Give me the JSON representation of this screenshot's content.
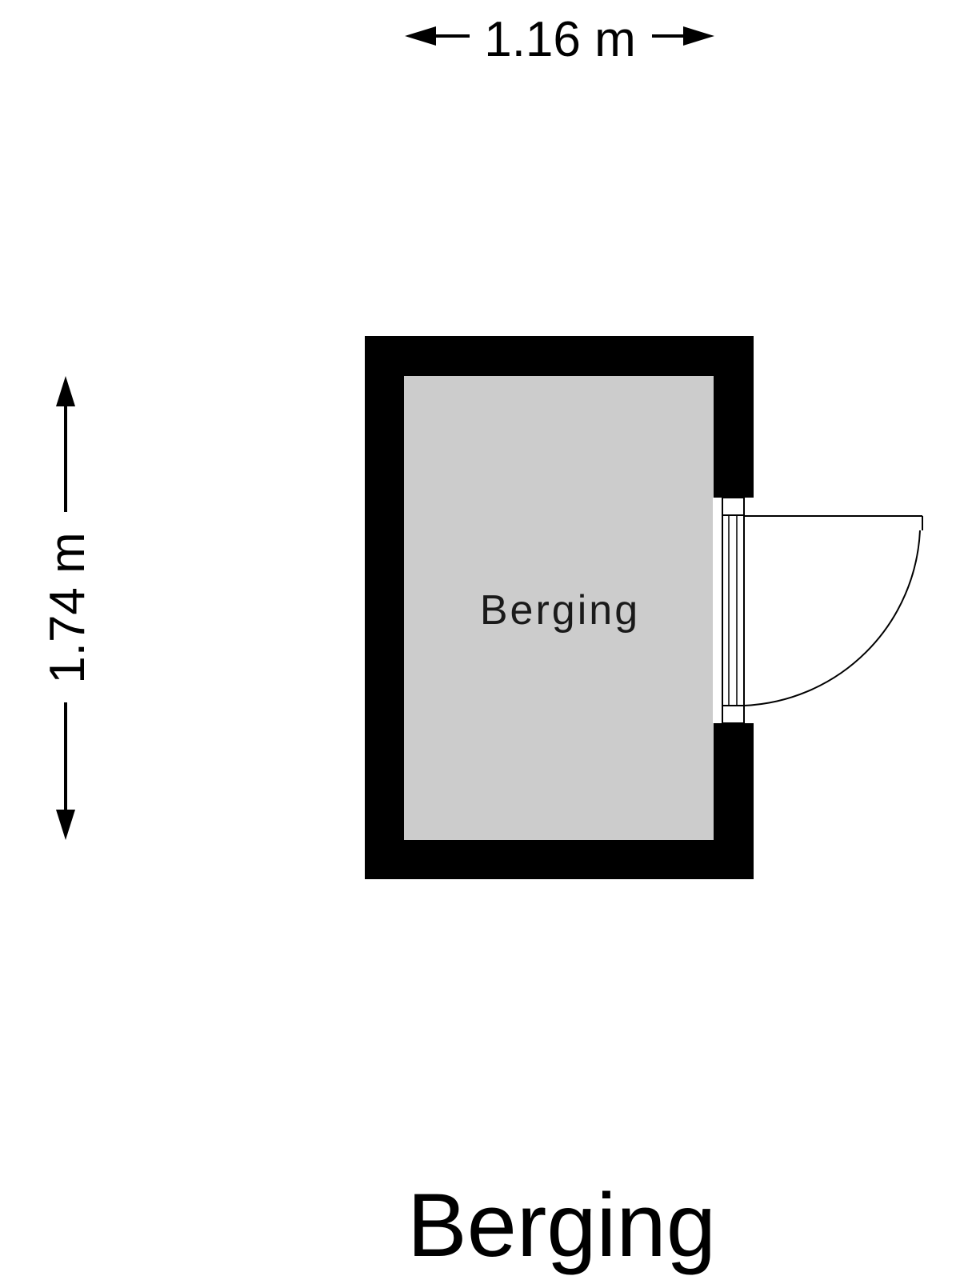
{
  "floorplan": {
    "dimensions": {
      "width_label": "1.16 m",
      "height_label": "1.74 m"
    },
    "room": {
      "label": "Berging"
    },
    "title": "Berging"
  },
  "colors": {
    "wall": "#000000",
    "floor": "#cccccc",
    "background": "#ffffff",
    "line": "#000000"
  }
}
